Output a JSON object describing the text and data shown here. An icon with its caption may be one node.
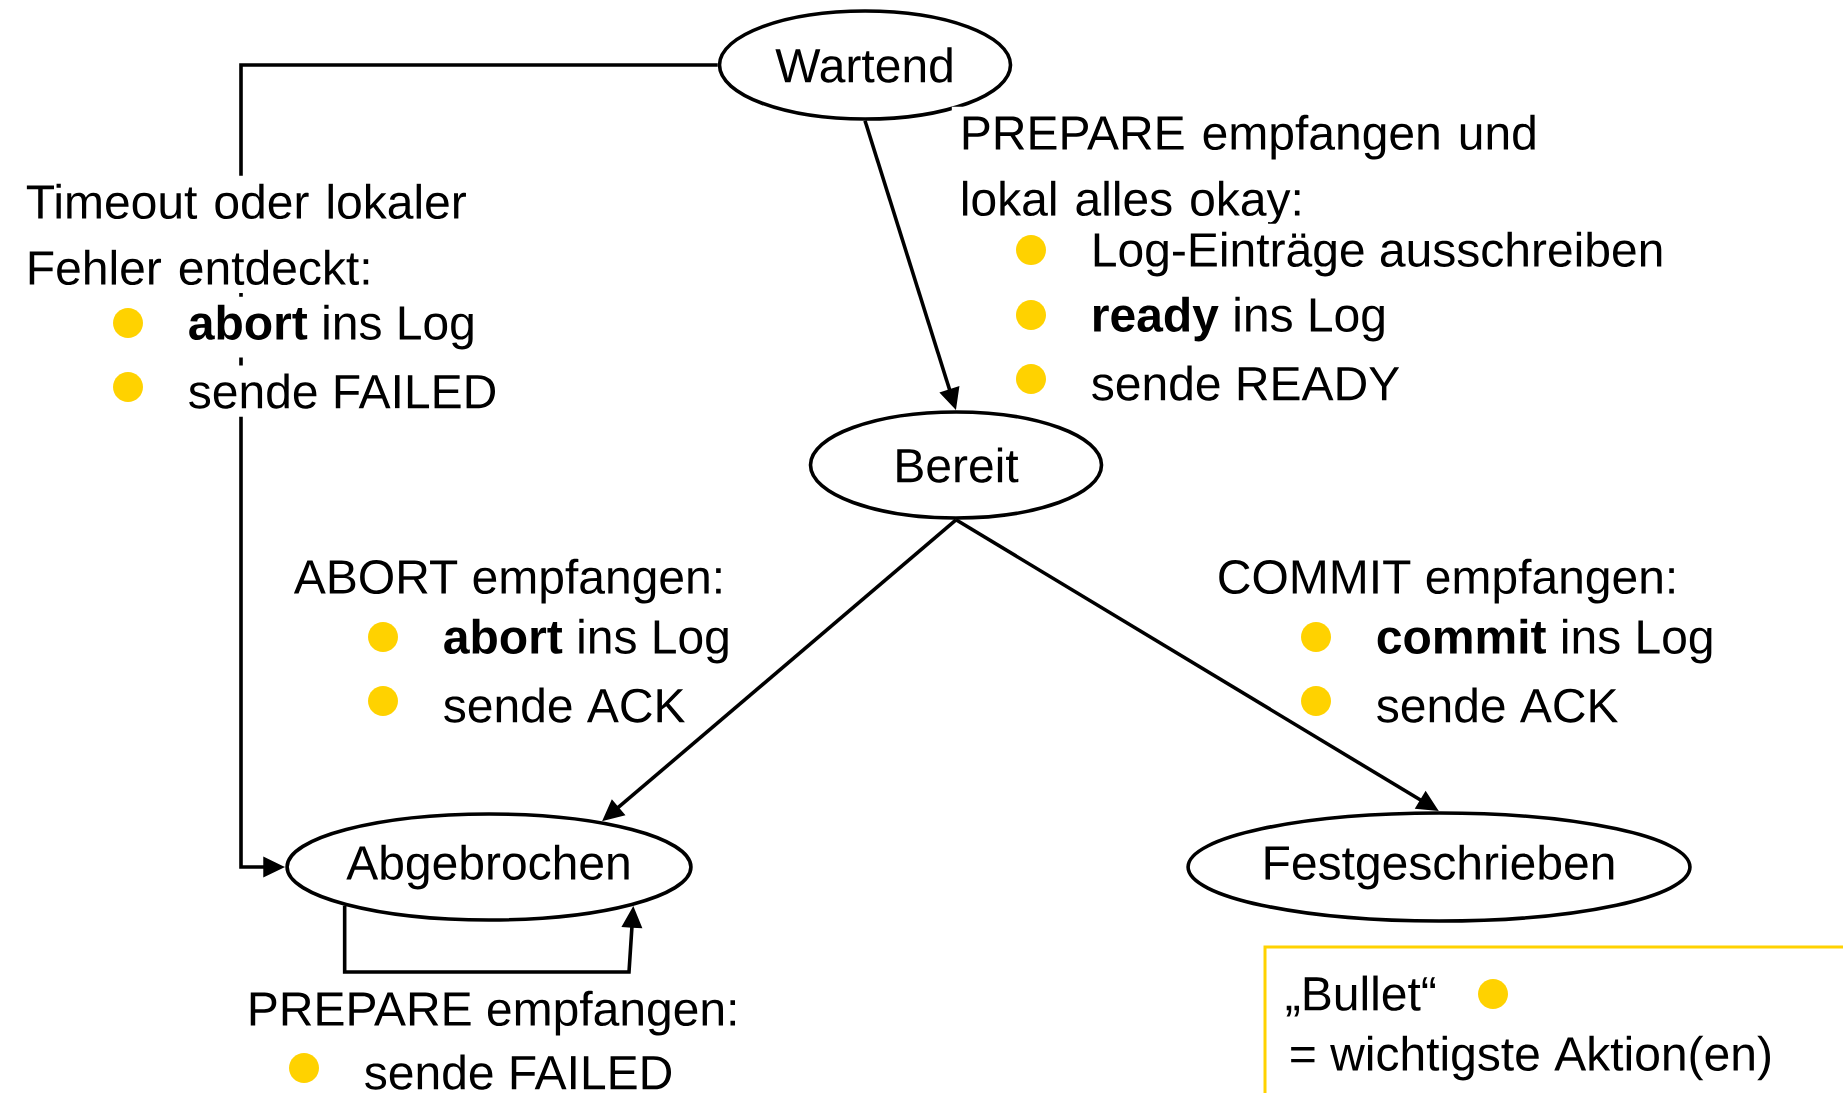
{
  "diagram": {
    "nodes": [
      {
        "text": [
          "Wartend"
        ]
      },
      {
        "text": [
          "Bereit"
        ]
      },
      {
        "text": [
          "Abgebrochen"
        ]
      },
      {
        "text": [
          "Festgeschrieben"
        ]
      }
    ],
    "edges": [
      {
        "from": 0,
        "to": 1,
        "arrow": "to",
        "label": "PREPARE empfangen und lokal alles okay:"
      },
      {
        "from": 0,
        "to": 2,
        "arrow": "to",
        "label": "Timeout oder lokaler Fehler entdeckt:"
      },
      {
        "from": 1,
        "to": 2,
        "arrow": "to",
        "label": "ABORT empfangen:"
      },
      {
        "from": 1,
        "to": 3,
        "arrow": "to",
        "label": "COMMIT empfangen:"
      },
      {
        "from": 2,
        "to": 2,
        "arrow": "to",
        "label": "PREPARE empfangen:"
      }
    ],
    "labels": [
      "Log-Einträge ausschreiben",
      "**ready** ins Log",
      "sende READY",
      "**abort** ins Log",
      "sende FAILED",
      "**abort** ins Log",
      "sende ACK",
      "**commit** ins Log",
      "sende ACK",
      "sende FAILED",
      "= wichtigste Aktion(en)"
    ],
    "legend": [
      {
        "text": "„Bullet“",
        "color": "#ffd200"
      }
    ]
  }
}
